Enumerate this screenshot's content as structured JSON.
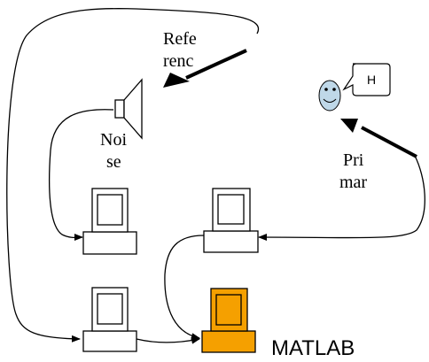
{
  "labels": {
    "reference_line1": "Refe",
    "reference_line2": "renc",
    "noise_line1": "Noi",
    "noise_line2": "se",
    "primary_line1": "Pri",
    "primary_line2": "mar",
    "matlab": "MATLAB",
    "speech_bubble": "H"
  },
  "colors": {
    "matlab_computer": "#F5A000",
    "face": "#BFD8E8",
    "line": "#000000"
  },
  "icons": {
    "reference_mic": "microphone-icon",
    "primary_mic": "microphone-icon",
    "speaker": "speaker-icon",
    "face": "smiley-face-icon",
    "computer": "computer-icon"
  }
}
